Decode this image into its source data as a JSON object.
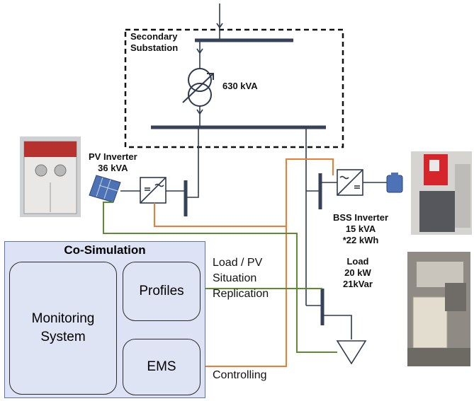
{
  "substation": {
    "label_line1": "Secondary",
    "label_line2": "Substation",
    "transformer_rating": "630 kVA"
  },
  "pv_inverter": {
    "label_line1": "PV Inverter",
    "label_line2": "36 kVA"
  },
  "bss_inverter": {
    "label_line1": "BSS Inverter",
    "label_line2": "15 kVA",
    "label_line3": "*22 kWh"
  },
  "load": {
    "label_line1": "Load",
    "label_line2": "20 kW",
    "label_line3": "21kVar"
  },
  "cosimulation": {
    "title": "Co-Simulation",
    "monitoring_line1": "Monitoring",
    "monitoring_line2": "System",
    "profiles": "Profiles",
    "ems": "EMS"
  },
  "connections": {
    "replication_line1": "Load / PV",
    "replication_line2": "Situation",
    "replication_line3": "Replication",
    "controlling": "Controlling"
  },
  "colors": {
    "control_line": "#ee7d31",
    "replication_line": "#5e8c31",
    "busbar": "#36415a",
    "cosim_fill": "#dde3f4",
    "cosim_border": "#5b74b5"
  }
}
